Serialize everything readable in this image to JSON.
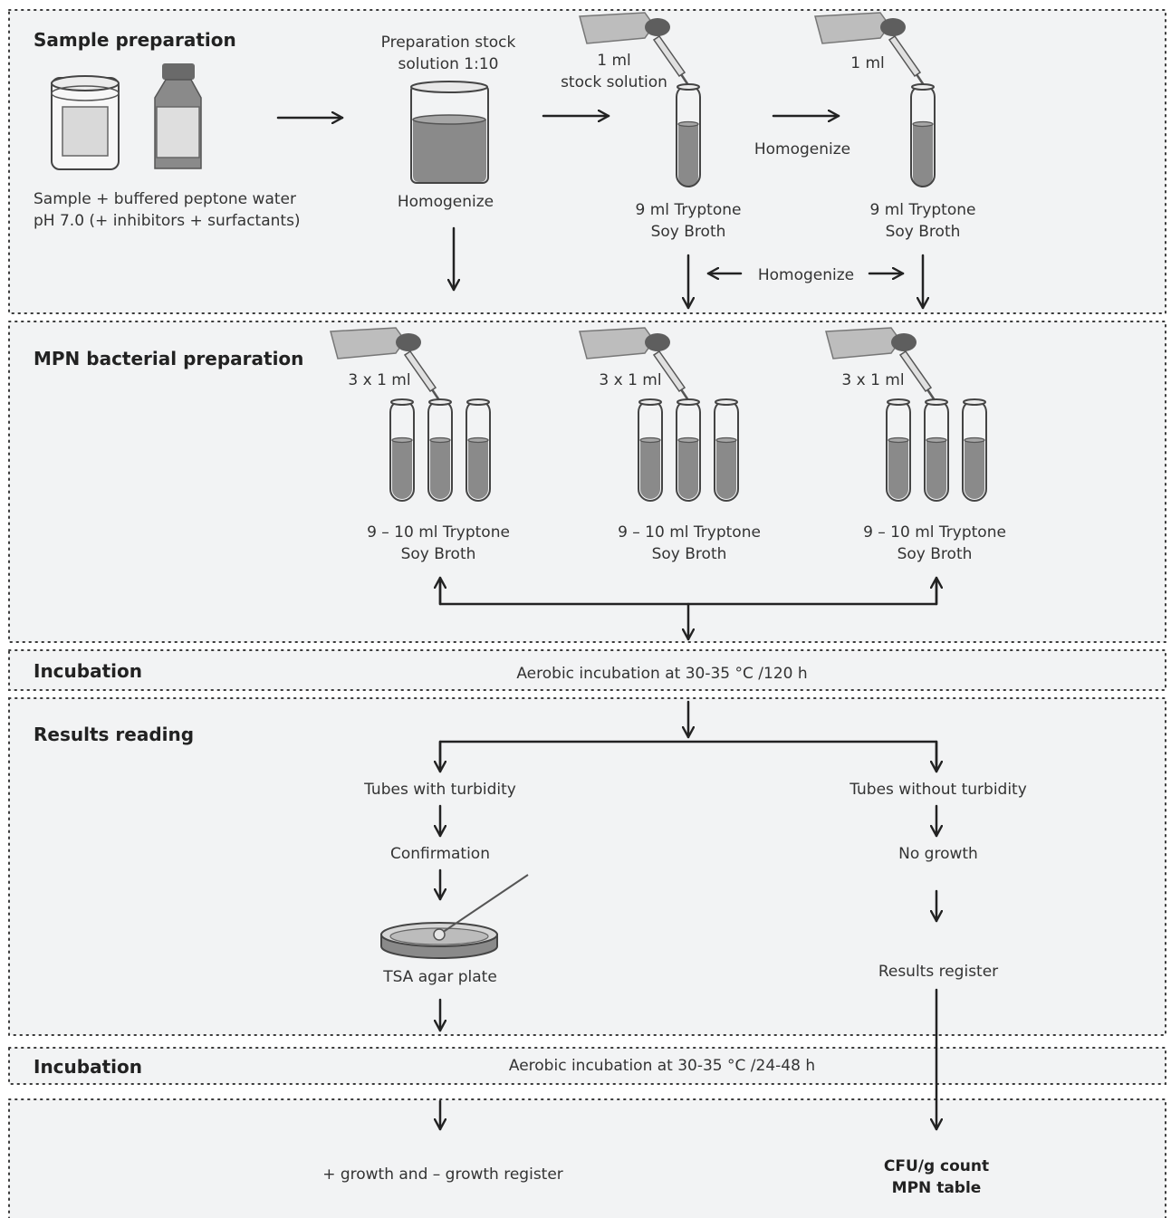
{
  "sections": {
    "sample_preparation": "Sample preparation",
    "mpn_preparation": "MPN bacterial preparation",
    "incubation": "Incubation",
    "results_reading": "Results reading",
    "incubation_2": "Incubation"
  },
  "sample": {
    "line1": "Sample + buffered peptone water",
    "line2": "pH 7.0  (+ inhibitors + surfactants)"
  },
  "stock": {
    "title1": "Preparation stock",
    "title2": "solution 1:10",
    "homogenize": "Homogenize"
  },
  "dilution1": {
    "label1": "1 ml",
    "label2": "stock solution",
    "broth1": "9 ml Tryptone",
    "broth2": "Soy Broth"
  },
  "homogenize_top": "Homogenize",
  "homogenize_mid": "Homogenize",
  "dilution2": {
    "label": "1 ml",
    "broth1": "9 ml Tryptone",
    "broth2": "Soy Broth"
  },
  "mpn_sets": [
    {
      "amount": "3 x 1 ml",
      "broth1": "9 – 10 ml Tryptone",
      "broth2": "Soy Broth"
    },
    {
      "amount": "3 x 1 ml",
      "broth1": "9 – 10 ml Tryptone",
      "broth2": "Soy Broth"
    },
    {
      "amount": "3 x 1 ml",
      "broth1": "9 – 10 ml Tryptone",
      "broth2": "Soy Broth"
    }
  ],
  "incubation1_text": "Aerobic incubation at 30-35 °C /120 h",
  "results": {
    "with_turbidity": "Tubes with turbidity",
    "confirmation": "Confirmation",
    "plate": "TSA agar plate",
    "without_turbidity": "Tubes without turbidity",
    "no_growth": "No growth",
    "register": "Results register"
  },
  "incubation2_text": "Aerobic incubation at 30-35 °C /24-48 h",
  "final": {
    "growth_register": "+ growth and – growth register",
    "cfu1": "CFU/g count",
    "cfu2": "MPN table"
  }
}
